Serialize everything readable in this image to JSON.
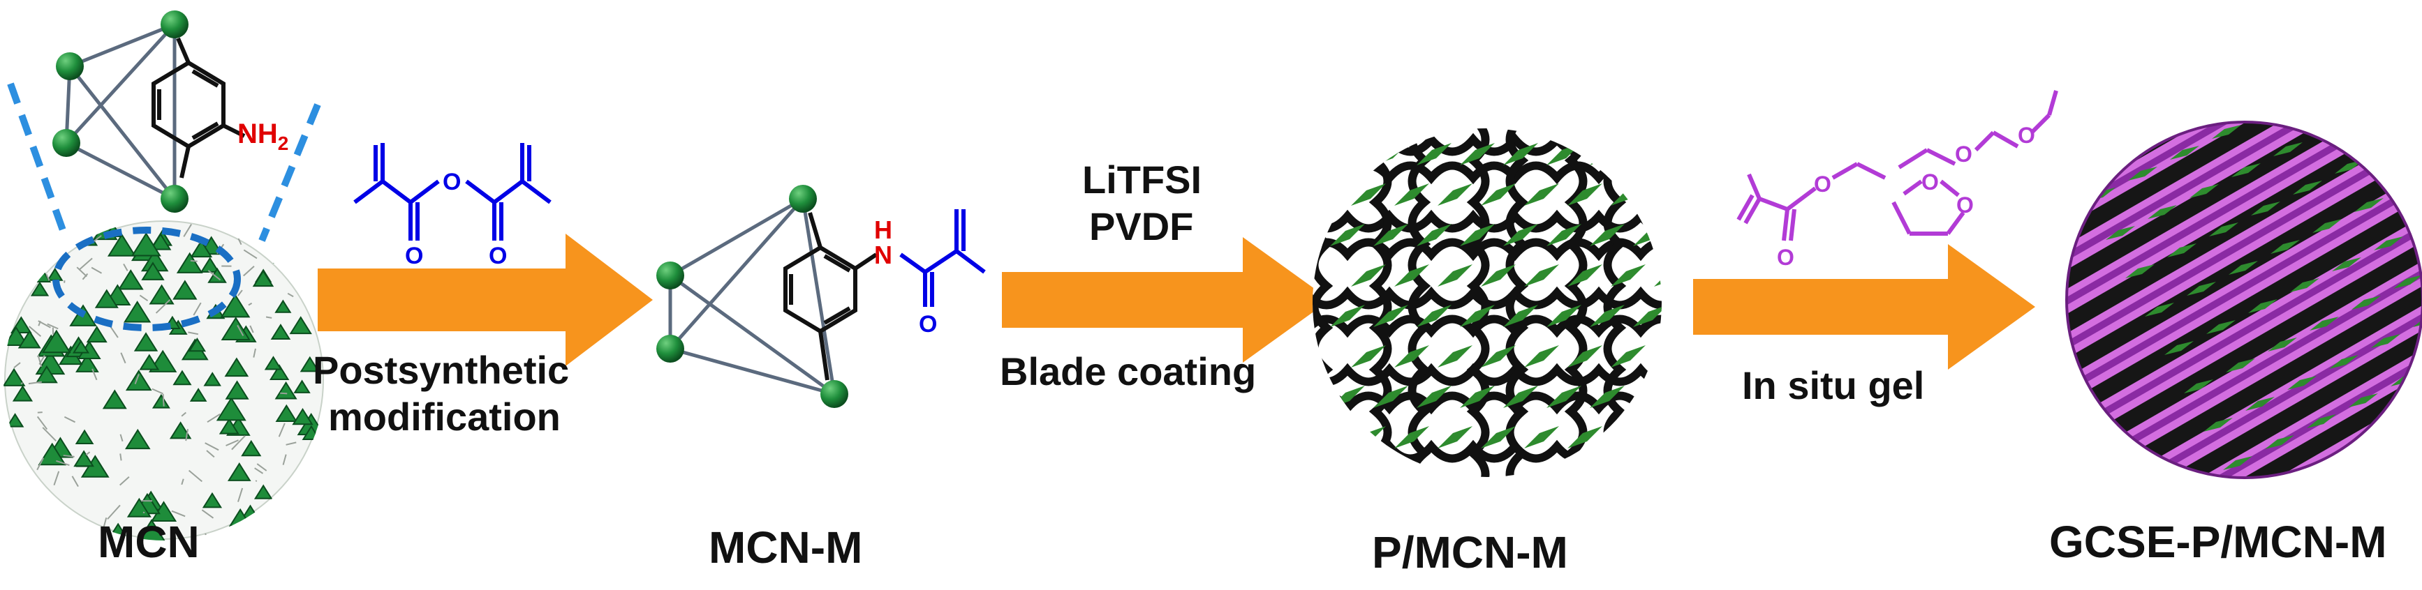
{
  "stages": [
    {
      "label": "MCN"
    },
    {
      "label": "MCN-M"
    },
    {
      "label": "P/MCN-M"
    },
    {
      "label": "GCSE-P/MCN-M"
    }
  ],
  "arrows": [
    {
      "line1": "Postsynthetic",
      "line2": "modification"
    },
    {
      "line1": "Blade coating",
      "above1": "LiTFSI",
      "above2": "PVDF"
    },
    {
      "line1": "In situ gel"
    }
  ],
  "chem": {
    "amine": "NH",
    "amine_sub": "2",
    "amide_n": "N",
    "amide_h": "H",
    "o": "O"
  },
  "colors": {
    "arrow": "#F7941D",
    "cluster": "#1E8C3A",
    "reagent": "#0000E6",
    "heteroatom": "#E00000",
    "gel": "#B23BD6",
    "dash": "#2D8FE0"
  }
}
